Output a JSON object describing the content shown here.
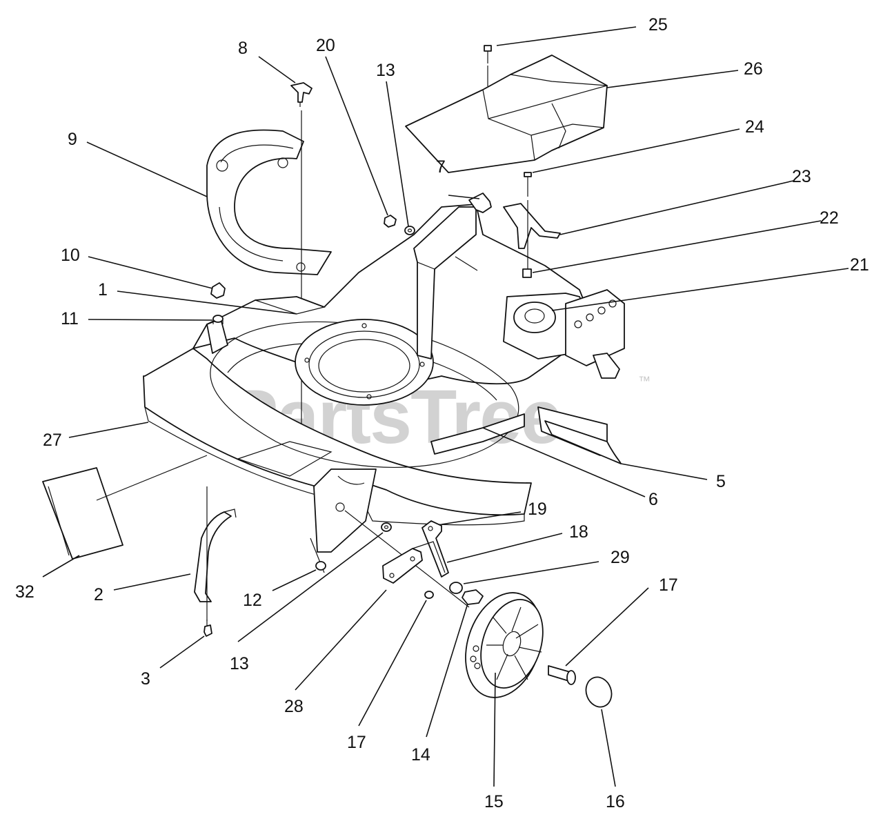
{
  "watermark": {
    "text": "PartsTree",
    "trademark": "™"
  },
  "labels": [
    {
      "id": "25",
      "text": "25"
    },
    {
      "id": "8",
      "text": "8"
    },
    {
      "id": "20",
      "text": "20"
    },
    {
      "id": "13a",
      "text": "13"
    },
    {
      "id": "26",
      "text": "26"
    },
    {
      "id": "24",
      "text": "24"
    },
    {
      "id": "9",
      "text": "9"
    },
    {
      "id": "7",
      "text": "7"
    },
    {
      "id": "23",
      "text": "23"
    },
    {
      "id": "22",
      "text": "22"
    },
    {
      "id": "10",
      "text": "10"
    },
    {
      "id": "21",
      "text": "21"
    },
    {
      "id": "1",
      "text": "1"
    },
    {
      "id": "11",
      "text": "11"
    },
    {
      "id": "27",
      "text": "27"
    },
    {
      "id": "5",
      "text": "5"
    },
    {
      "id": "6",
      "text": "6"
    },
    {
      "id": "19",
      "text": "19"
    },
    {
      "id": "18",
      "text": "18"
    },
    {
      "id": "29",
      "text": "29"
    },
    {
      "id": "17a",
      "text": "17"
    },
    {
      "id": "32",
      "text": "32"
    },
    {
      "id": "2",
      "text": "2"
    },
    {
      "id": "12",
      "text": "12"
    },
    {
      "id": "13b",
      "text": "13"
    },
    {
      "id": "3",
      "text": "3"
    },
    {
      "id": "28",
      "text": "28"
    },
    {
      "id": "17b",
      "text": "17"
    },
    {
      "id": "14",
      "text": "14"
    },
    {
      "id": "15",
      "text": "15"
    },
    {
      "id": "16",
      "text": "16"
    }
  ]
}
